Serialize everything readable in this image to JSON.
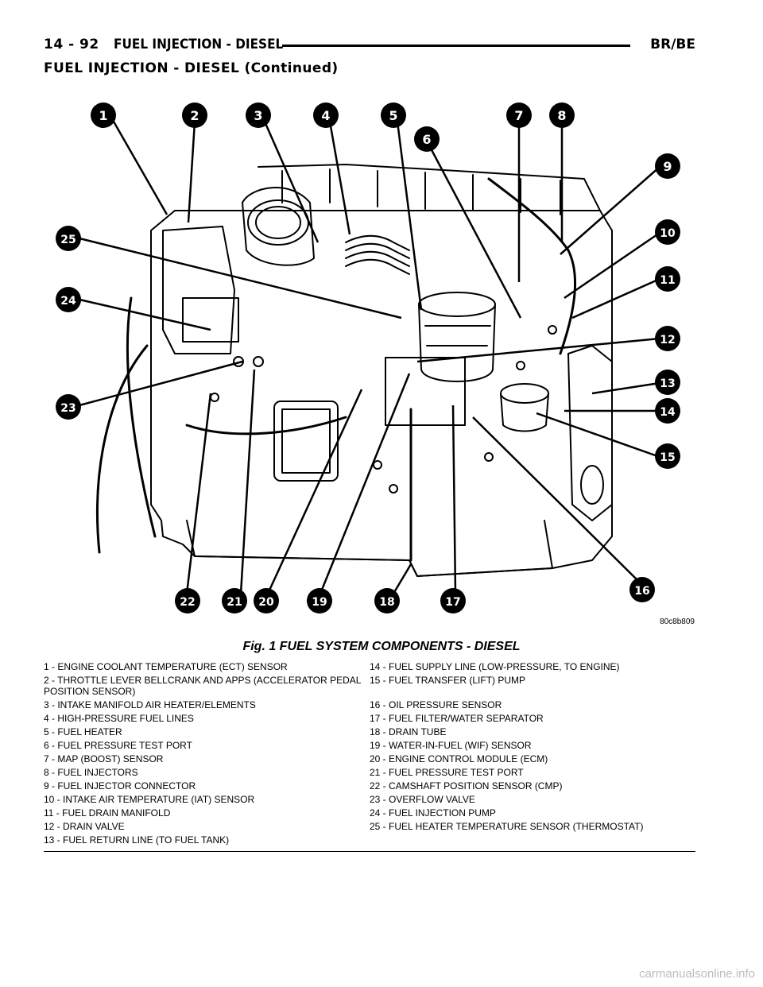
{
  "header": {
    "page_number": "14 - 92",
    "section": "FUEL INJECTION - DIESEL",
    "model": "BR/BE"
  },
  "subtitle": "FUEL INJECTION - DIESEL (Continued)",
  "figure": {
    "id": "80c8b809",
    "caption": "Fig. 1 FUEL SYSTEM COMPONENTS - DIESEL",
    "callouts": [
      "1",
      "2",
      "3",
      "4",
      "5",
      "6",
      "7",
      "8",
      "9",
      "10",
      "11",
      "12",
      "13",
      "14",
      "15",
      "16",
      "17",
      "18",
      "19",
      "20",
      "21",
      "22",
      "23",
      "24",
      "25"
    ]
  },
  "legend": {
    "left": [
      "1 - ENGINE COOLANT TEMPERATURE (ECT) SENSOR",
      "2 - THROTTLE LEVER BELLCRANK AND APPS (ACCELERATOR PEDAL POSITION SENSOR)",
      "3 - INTAKE MANIFOLD AIR HEATER/ELEMENTS",
      "4 - HIGH-PRESSURE FUEL LINES",
      "5 - FUEL HEATER",
      "6 - FUEL PRESSURE TEST PORT",
      "7 - MAP (BOOST) SENSOR",
      "8 - FUEL INJECTORS",
      "9 - FUEL INJECTOR CONNECTOR",
      "10 - INTAKE AIR TEMPERATURE (IAT) SENSOR",
      "11 - FUEL DRAIN MANIFOLD",
      "12 - DRAIN VALVE",
      "13 - FUEL RETURN LINE (TO FUEL TANK)"
    ],
    "right": [
      "14 - FUEL SUPPLY LINE (LOW-PRESSURE, TO ENGINE)",
      "15 - FUEL TRANSFER (LIFT) PUMP",
      "16 - OIL PRESSURE SENSOR",
      "17 - FUEL FILTER/WATER SEPARATOR",
      "18 - DRAIN TUBE",
      "19 - WATER-IN-FUEL (WIF) SENSOR",
      "20 - ENGINE CONTROL MODULE (ECM)",
      "21 - FUEL PRESSURE TEST PORT",
      "22 - CAMSHAFT POSITION SENSOR (CMP)",
      "23 - OVERFLOW VALVE",
      "24 - FUEL INJECTION PUMP",
      "25 - FUEL HEATER TEMPERATURE SENSOR (THERMOSTAT)"
    ]
  },
  "watermark": "carmanualsonline.info"
}
